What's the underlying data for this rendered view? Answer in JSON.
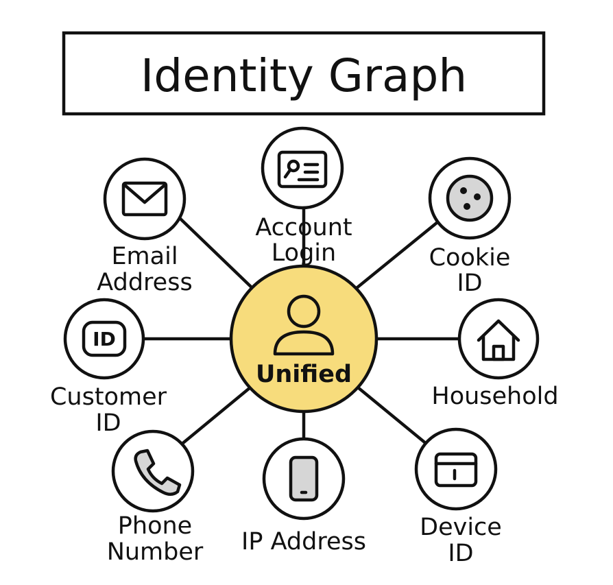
{
  "title": "Identity Graph",
  "center": {
    "label": "Unified",
    "icon": "person-icon",
    "fill_color": "#F7DC7C"
  },
  "nodes": [
    {
      "id": "account-login",
      "lines": [
        "Account",
        "Login"
      ],
      "icon": "id-card-icon"
    },
    {
      "id": "email-address",
      "lines": [
        "Email",
        "Address"
      ],
      "icon": "envelope-icon"
    },
    {
      "id": "cookie-id",
      "lines": [
        "Cookie",
        "ID"
      ],
      "icon": "cookie-icon"
    },
    {
      "id": "customer-id",
      "lines": [
        "Customer",
        "ID"
      ],
      "icon": "id-badge-icon"
    },
    {
      "id": "household",
      "lines": [
        "Household"
      ],
      "icon": "house-icon"
    },
    {
      "id": "phone-number",
      "lines": [
        "Phone",
        "Number"
      ],
      "icon": "phone-icon"
    },
    {
      "id": "ip-address",
      "lines": [
        "IP Address"
      ],
      "icon": "smartphone-icon"
    },
    {
      "id": "device-id",
      "lines": [
        "Device",
        "ID"
      ],
      "icon": "device-card-icon"
    }
  ],
  "colors": {
    "stroke": "#111111",
    "icon_fill": "#D6D6D6",
    "background": "#FFFFFF"
  }
}
